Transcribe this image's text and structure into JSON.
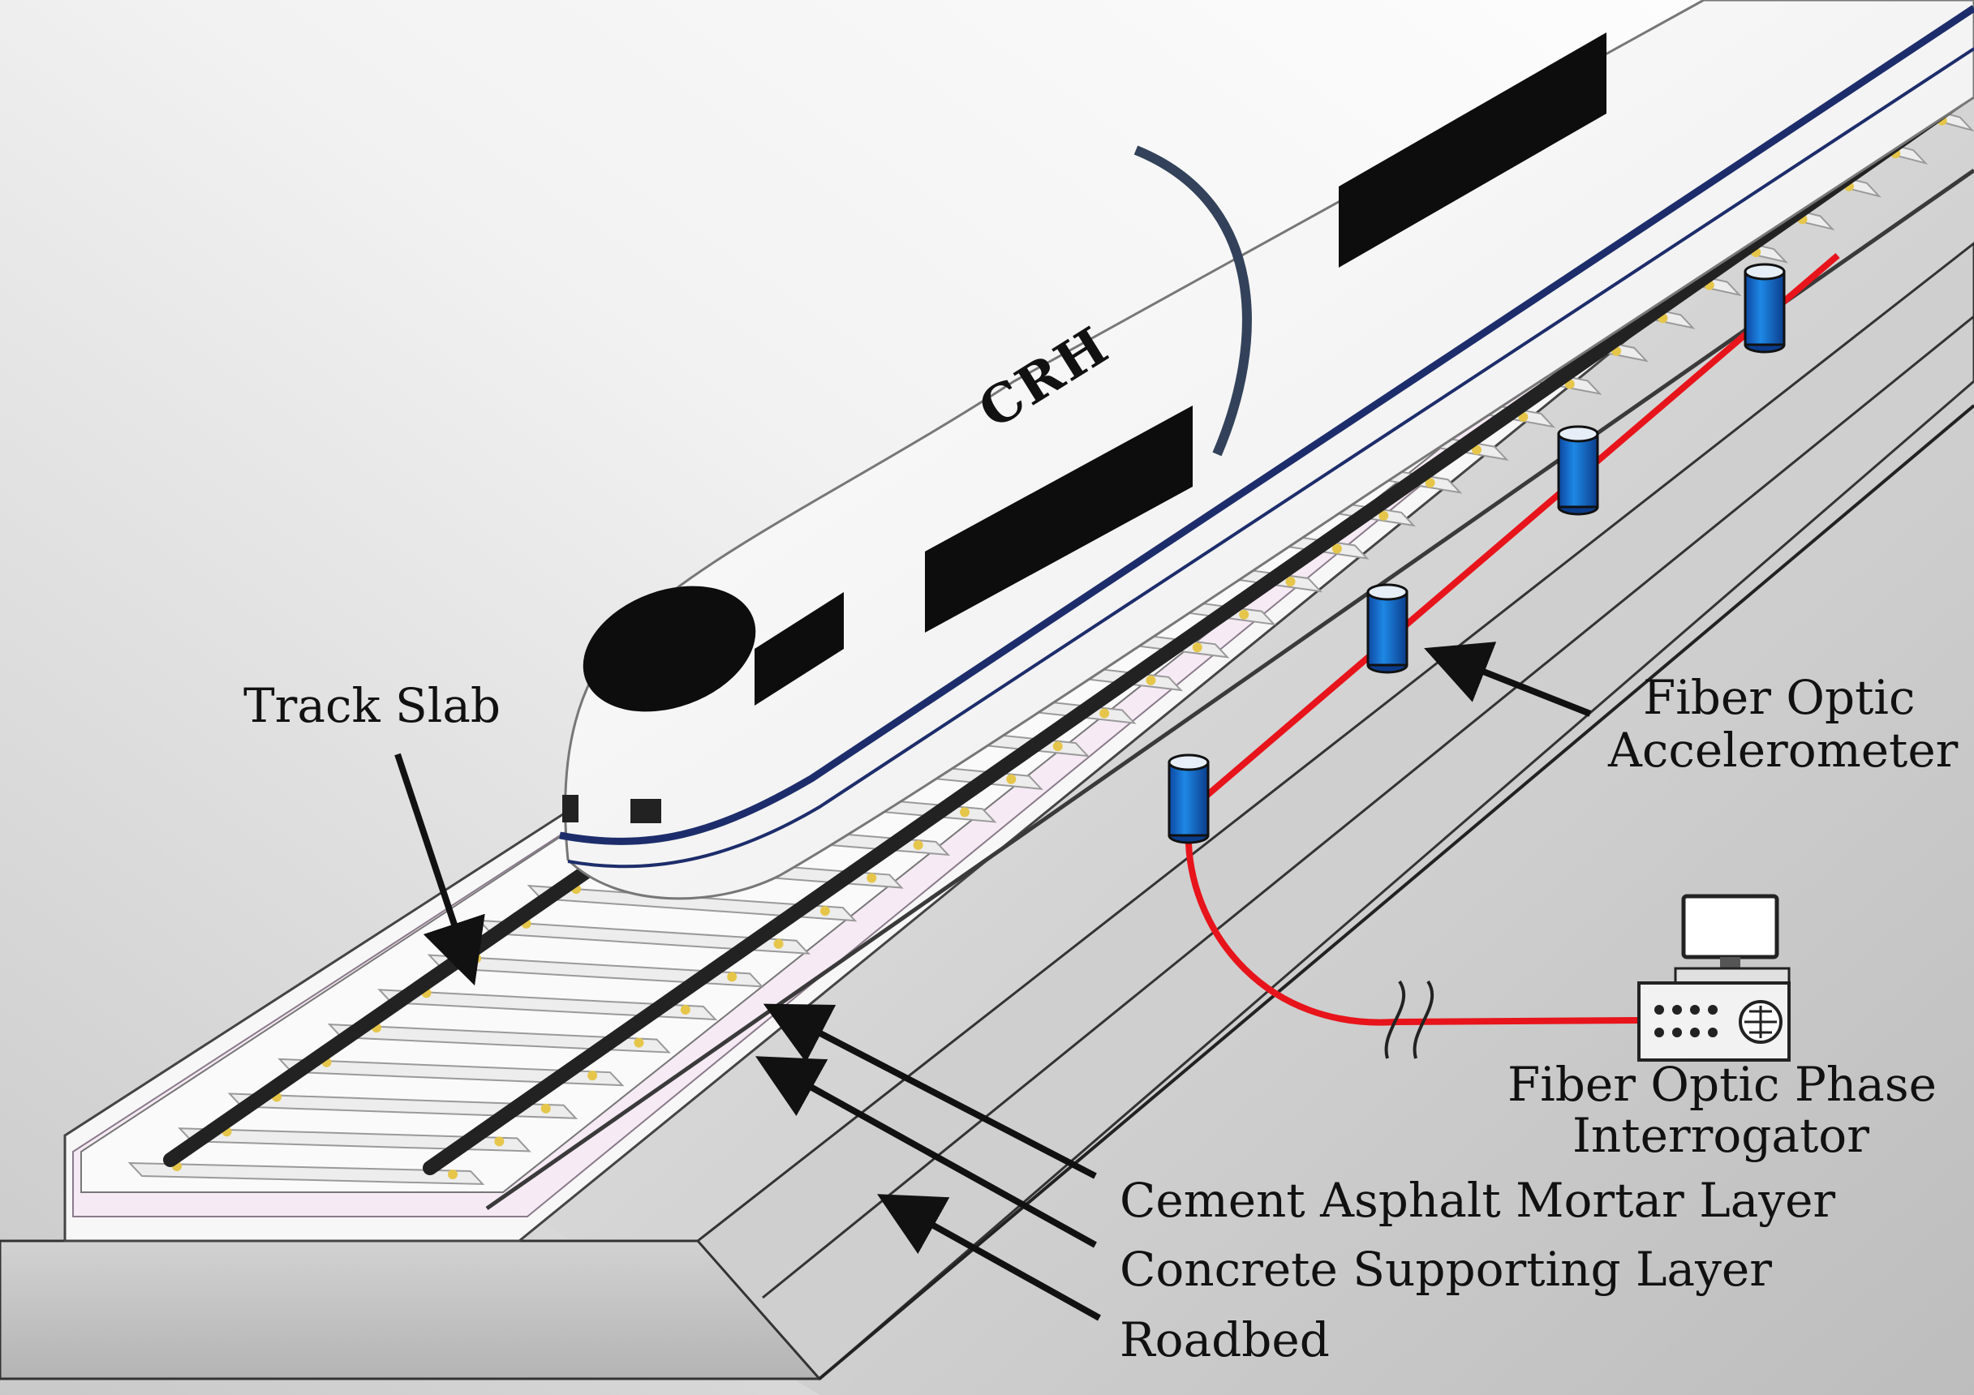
{
  "train": {
    "brand": "CRH",
    "body_color": "#ffffff",
    "stripe_color": "#1d2d6b",
    "window_color": "#0d0d0d"
  },
  "labels": {
    "track_slab": "Track Slab",
    "accelerometer_line1": "Fiber Optic",
    "accelerometer_line2": "Accelerometer",
    "interrogator_line1": "Fiber Optic Phase",
    "interrogator_line2": "Interrogator",
    "mortar": "Cement Asphalt Mortar Layer",
    "concrete": "Concrete Supporting Layer",
    "roadbed": "Roadbed"
  },
  "colors": {
    "fiber": "#e8141b",
    "sensor_body": "#1565c0",
    "sensor_top": "#e6eef8",
    "rail": "#2b2b2b",
    "mortar_edge": "#f3e6f2",
    "roadbed": "#bdbdbd"
  },
  "icons": {
    "sensor": "cylinder-sensor-icon",
    "interrogator": "computer-interrogator-icon",
    "break": "cable-break-icon"
  }
}
